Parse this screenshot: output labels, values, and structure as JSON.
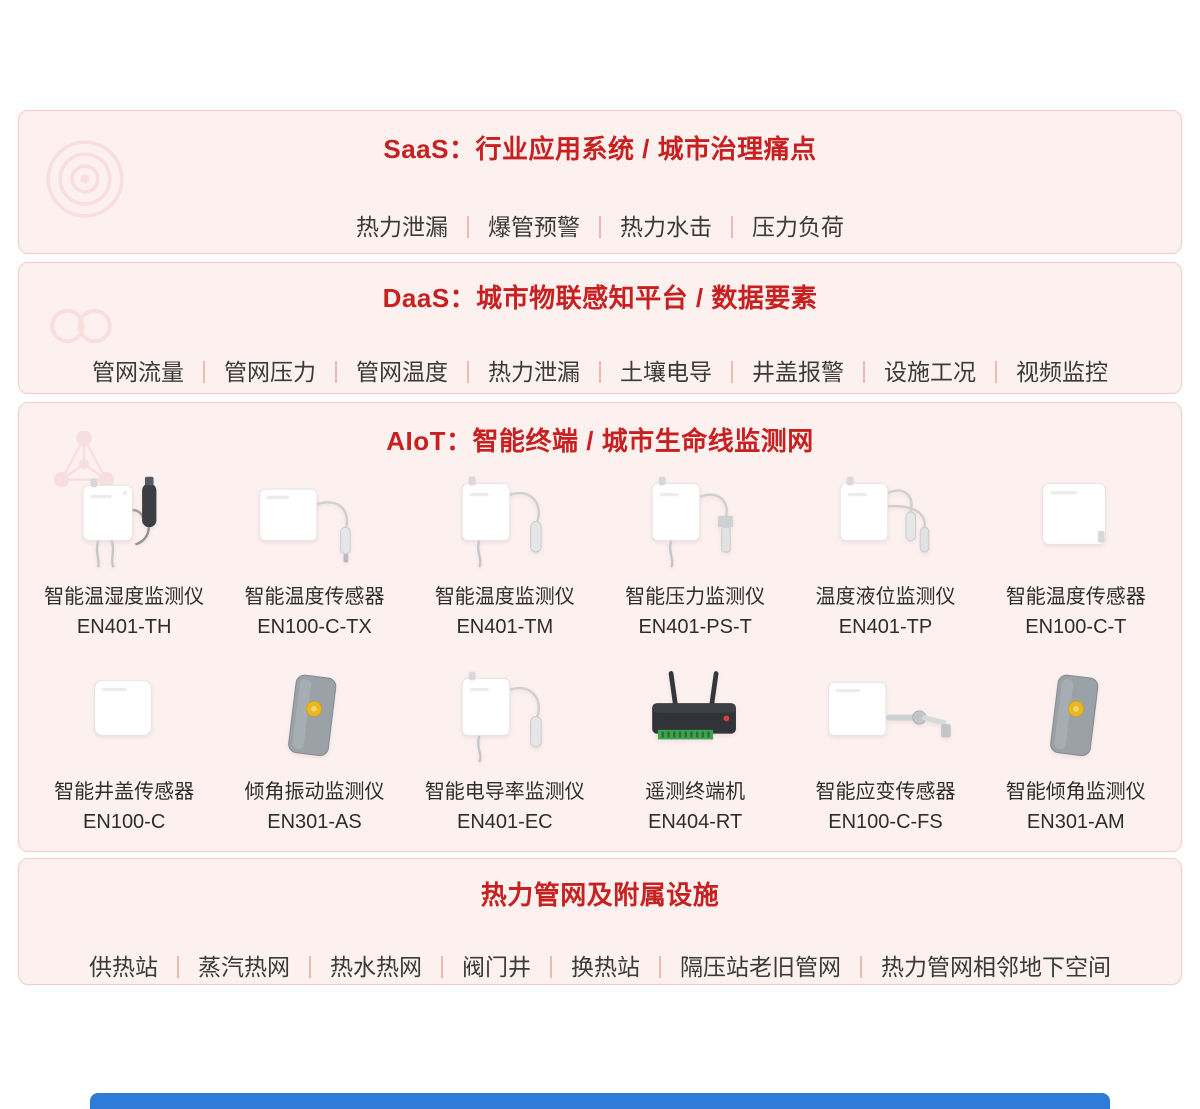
{
  "saas": {
    "title": "SaaS：行业应用系统 / 城市治理痛点",
    "items": [
      "热力泄漏",
      "爆管预警",
      "热力水击",
      "压力负荷"
    ]
  },
  "daas": {
    "title": "DaaS：城市物联感知平台 / 数据要素",
    "items": [
      "管网流量",
      "管网压力",
      "管网温度",
      "热力泄漏",
      "土壤电导",
      "井盖报警",
      "设施工况",
      "视频监控"
    ]
  },
  "aiot": {
    "title": "AIoT：智能终端 / 城市生命线监测网",
    "devices": [
      {
        "name": "智能温湿度监测仪",
        "model": "EN401-TH",
        "icon": "white-box-with-black-probe-icon"
      },
      {
        "name": "智能温度传感器",
        "model": "EN100-C-TX",
        "icon": "white-panel-with-cable-probe-icon"
      },
      {
        "name": "智能温度监测仪",
        "model": "EN401-TM",
        "icon": "white-box-with-cable-probe-icon"
      },
      {
        "name": "智能压力监测仪",
        "model": "EN401-PS-T",
        "icon": "white-box-with-pressure-transmitter-icon"
      },
      {
        "name": "温度液位监测仪",
        "model": "EN401-TP",
        "icon": "white-box-with-two-probes-icon"
      },
      {
        "name": "智能温度传感器",
        "model": "EN100-C-T",
        "icon": "flat-white-panel-icon"
      },
      {
        "name": "智能井盖传感器",
        "model": "EN100-C",
        "icon": "flat-white-square-icon"
      },
      {
        "name": "倾角振动监测仪",
        "model": "EN301-AS",
        "icon": "gray-tilt-device-yellow-button-icon"
      },
      {
        "name": "智能电导率监测仪",
        "model": "EN401-EC",
        "icon": "white-box-with-cable-probe-icon"
      },
      {
        "name": "遥测终端机",
        "model": "EN404-RT",
        "icon": "black-router-with-antennas-icon"
      },
      {
        "name": "智能应变传感器",
        "model": "EN100-C-FS",
        "icon": "white-panel-with-bracket-arm-icon"
      },
      {
        "name": "智能倾角监测仪",
        "model": "EN301-AM",
        "icon": "gray-tilt-device-yellow-button-icon"
      }
    ]
  },
  "facility": {
    "title": "热力管网及附属设施",
    "items": [
      "供热站",
      "蒸汽热网",
      "热水热网",
      "阀门井",
      "换热站",
      "隔压站老旧管网",
      "热力管网相邻地下空间"
    ]
  },
  "colors": {
    "title_red": "#c72020",
    "panel_background": "#fdf1f0",
    "panel_border": "#f5c9c5",
    "separator_pink": "#f0b6b2",
    "body_text": "#3a3a3a",
    "bottom_bar_blue": "#2f7bd8"
  }
}
